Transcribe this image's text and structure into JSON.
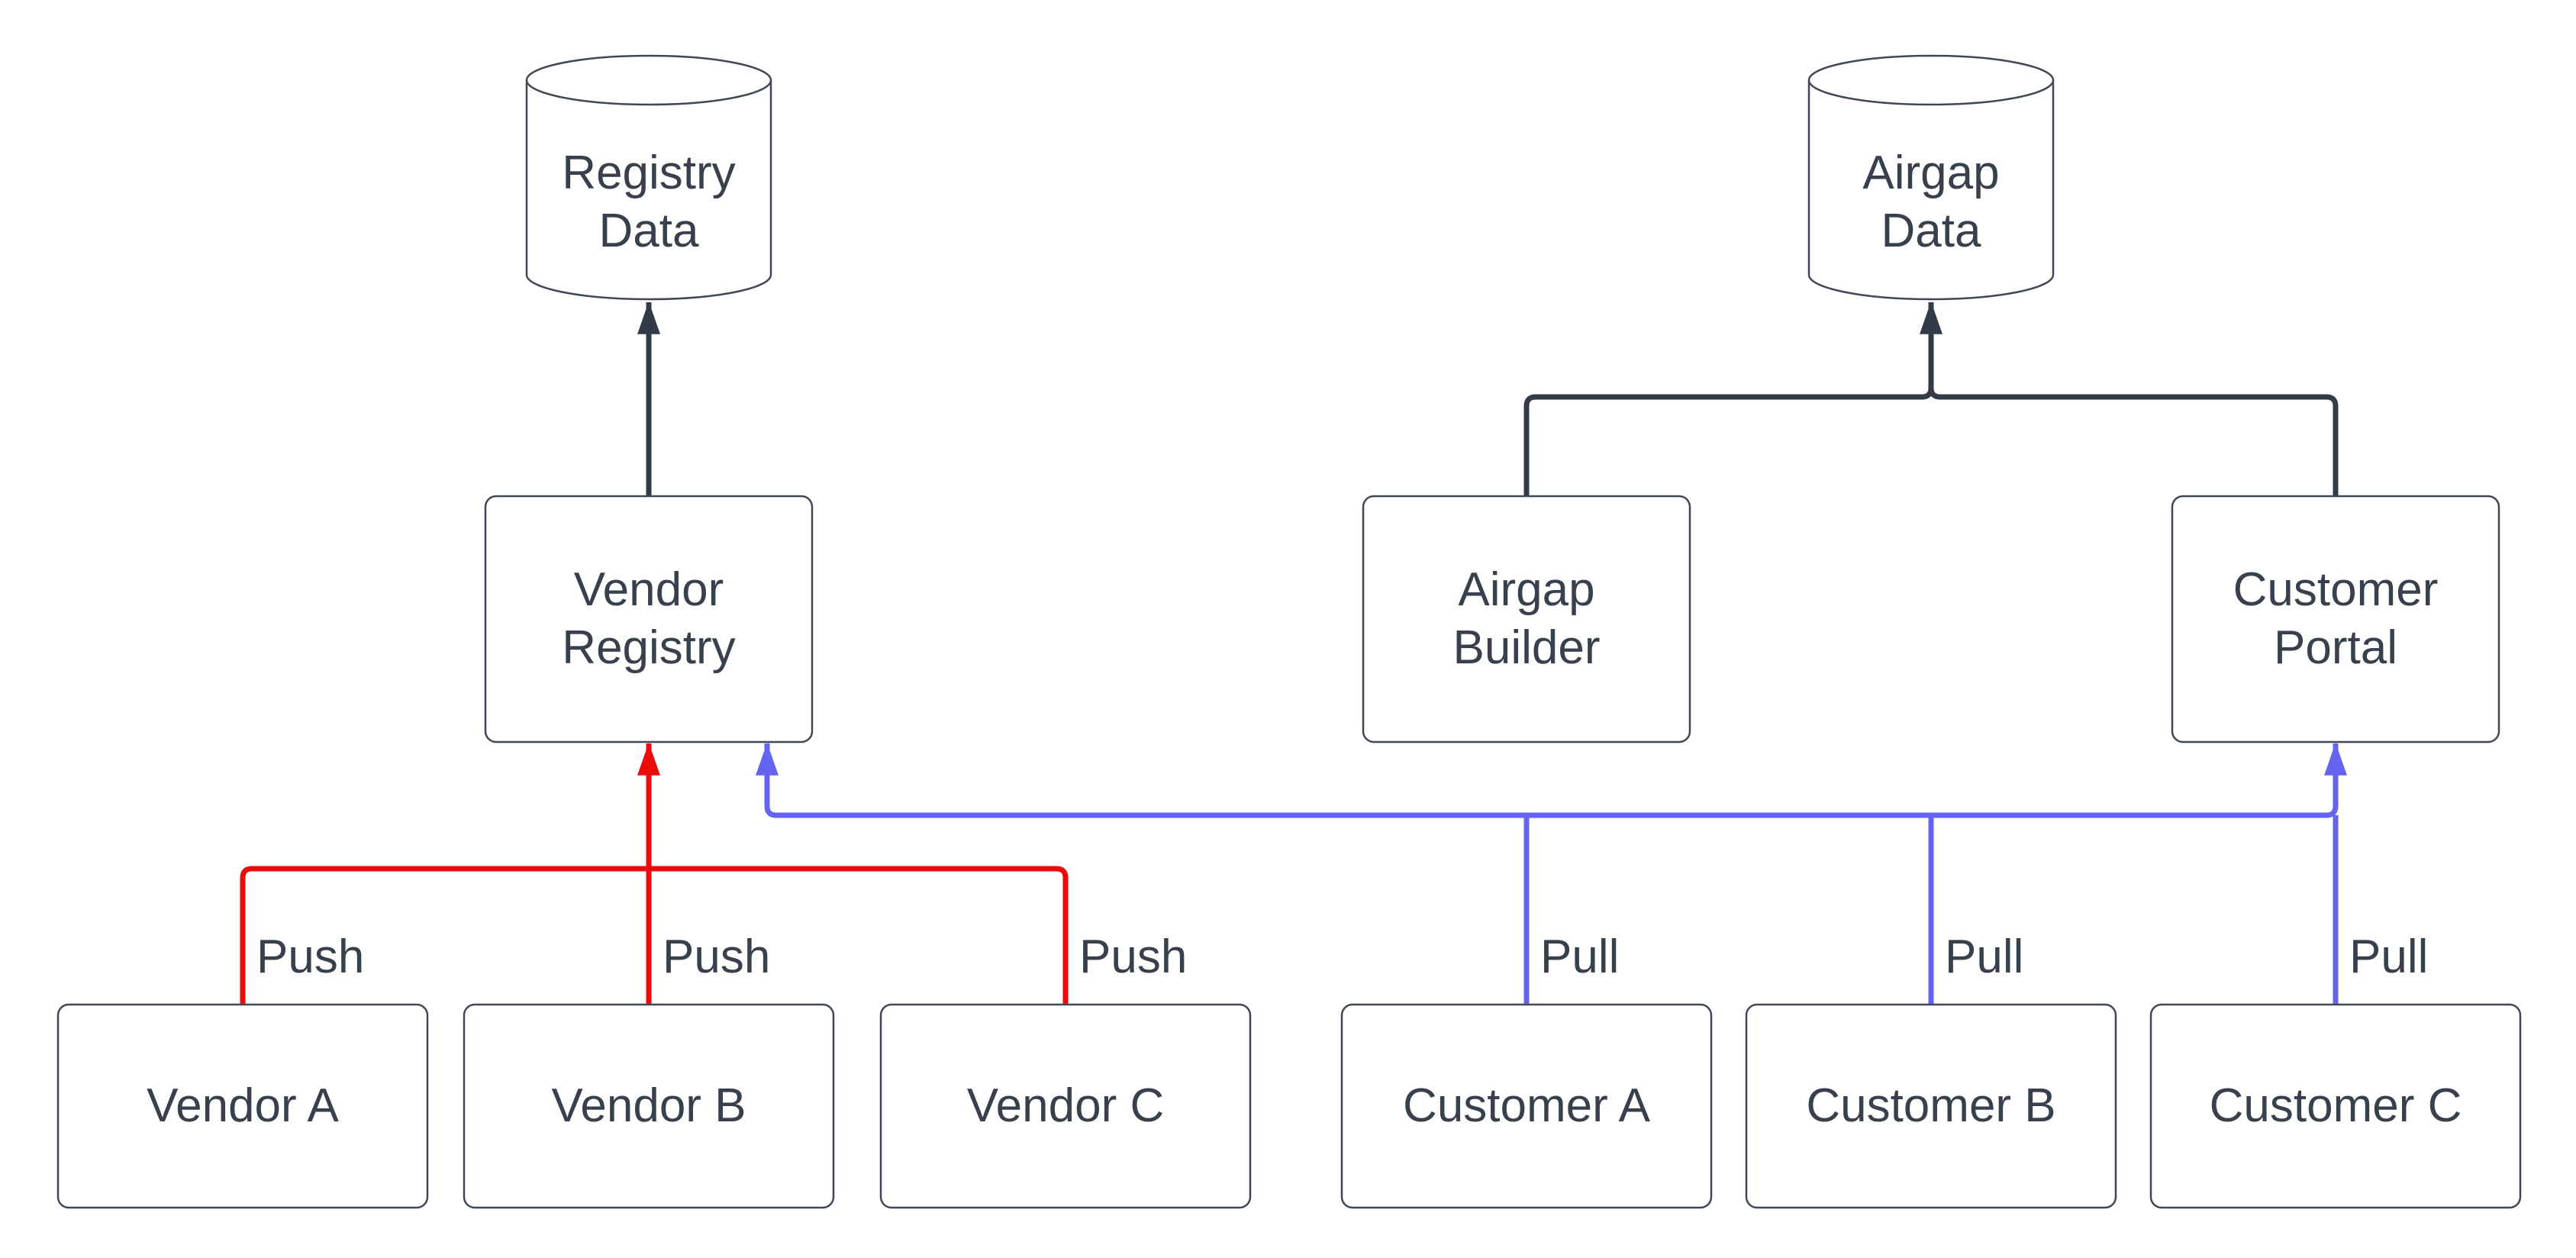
{
  "diagram": {
    "colors": {
      "background": "#ffffff",
      "node_fill": "#ffffff",
      "node_border": "#414855",
      "node_text": "#38404d",
      "flow_dark": "#343b48",
      "push_red": "#ec0b0b",
      "pull_blue": "#6464f0"
    },
    "nodes": {
      "registry_data": {
        "label": "Registry Data",
        "shape": "cylinder"
      },
      "airgap_data": {
        "label": "Airgap Data",
        "shape": "cylinder"
      },
      "vendor_registry": {
        "label": "Vendor Registry",
        "shape": "rect"
      },
      "airgap_builder": {
        "label": "Airgap Builder",
        "shape": "rect"
      },
      "customer_portal": {
        "label": "Customer Portal",
        "shape": "rect"
      },
      "vendor_a": {
        "label": "Vendor A",
        "shape": "rect"
      },
      "vendor_b": {
        "label": "Vendor B",
        "shape": "rect"
      },
      "vendor_c": {
        "label": "Vendor C",
        "shape": "rect"
      },
      "customer_a": {
        "label": "Customer A",
        "shape": "rect"
      },
      "customer_b": {
        "label": "Customer B",
        "shape": "rect"
      },
      "customer_c": {
        "label": "Customer C",
        "shape": "rect"
      }
    },
    "edges": [
      {
        "from": "vendor_registry",
        "to": "registry_data",
        "type": "flow"
      },
      {
        "from": "airgap_builder",
        "to": "airgap_data",
        "type": "flow"
      },
      {
        "from": "customer_portal",
        "to": "airgap_data",
        "type": "flow"
      },
      {
        "from": "vendor_a",
        "to": "vendor_registry",
        "type": "push",
        "label": "Push"
      },
      {
        "from": "vendor_b",
        "to": "vendor_registry",
        "type": "push",
        "label": "Push"
      },
      {
        "from": "vendor_c",
        "to": "vendor_registry",
        "type": "push",
        "label": "Push"
      },
      {
        "from": "customer_a",
        "to": [
          "vendor_registry",
          "customer_portal"
        ],
        "type": "pull",
        "label": "Pull"
      },
      {
        "from": "customer_b",
        "to": [
          "vendor_registry",
          "customer_portal"
        ],
        "type": "pull",
        "label": "Pull"
      },
      {
        "from": "customer_c",
        "to": [
          "vendor_registry",
          "customer_portal"
        ],
        "type": "pull",
        "label": "Pull"
      }
    ]
  }
}
